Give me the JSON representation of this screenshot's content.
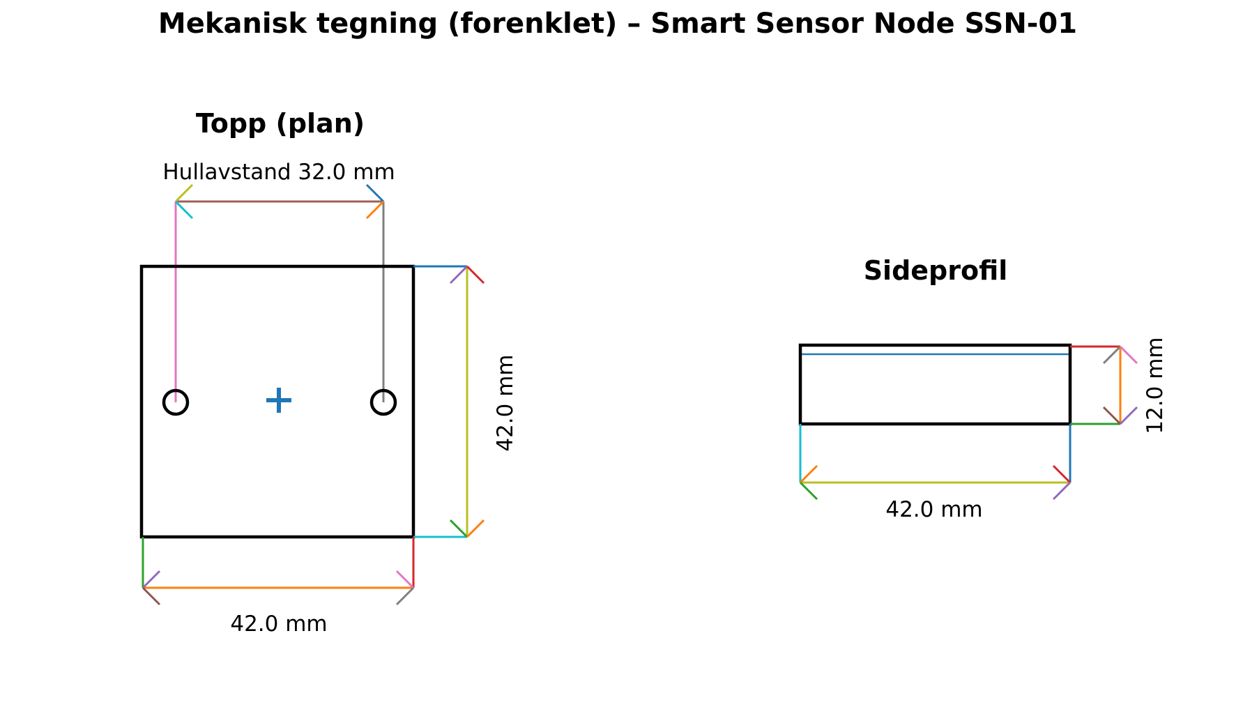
{
  "title": "Mekanisk tegning (forenklet) – Smart Sensor Node SSN-01",
  "top_view": {
    "heading": "Topp (plan)",
    "hole_spacing_label": "Hullavstand 32.0 mm",
    "width_label": "42.0 mm",
    "height_label": "42.0 mm"
  },
  "side_view": {
    "heading": "Sideprofil",
    "width_label": "42.0 mm",
    "thickness_label": "12.0 mm"
  },
  "dimensions": {
    "hole_spacing_mm": 32.0,
    "plate_width_mm": 42.0,
    "plate_depth_mm": 42.0,
    "profile_width_mm": 42.0,
    "profile_thickness_mm": 12.0
  },
  "colors": {
    "blue": "#1f77b4",
    "orange": "#ff7f0e",
    "green": "#2ca02c",
    "red": "#d62728",
    "purple": "#9467bd",
    "brown": "#8c564b",
    "pink": "#e377c2",
    "gray": "#7f7f7f",
    "olive": "#bcbd22",
    "cyan": "#17becf",
    "dim_brown": "#9e6157",
    "outline": "#000000"
  }
}
